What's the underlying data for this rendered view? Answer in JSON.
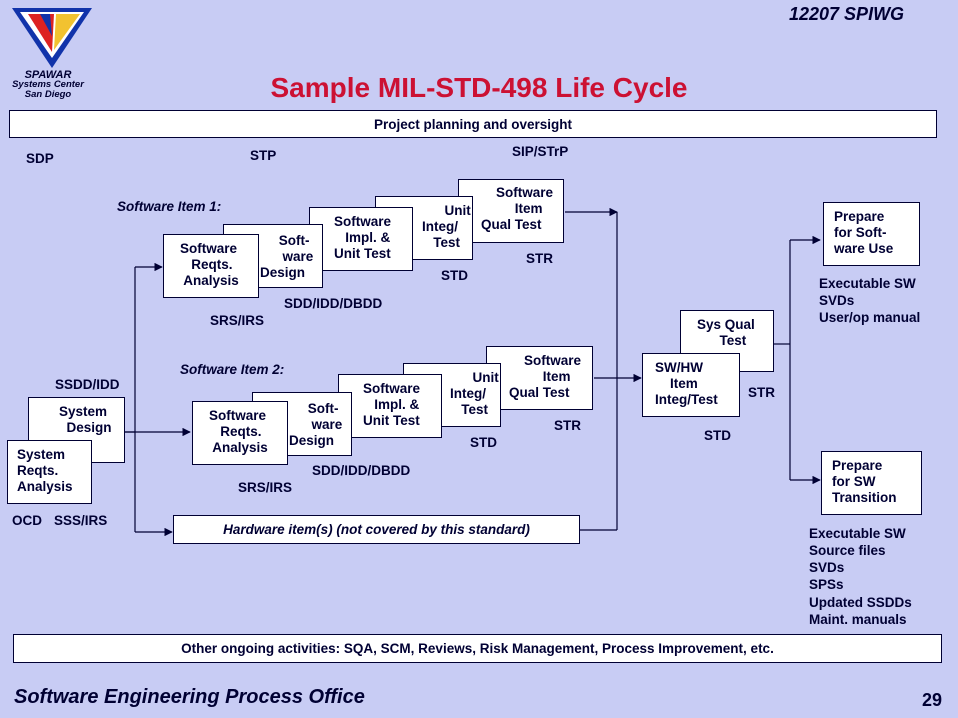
{
  "header": {
    "org_code": "12207 SPIWG",
    "title": "Sample MIL-STD-498 Life Cycle",
    "logo_lines": [
      "SPAWAR",
      "Systems Center",
      "San Diego"
    ]
  },
  "footer": {
    "office": "Software Engineering Process Office",
    "page_number": "29"
  },
  "bars": {
    "planning": "Project planning and oversight",
    "hardware": "Hardware item(s) (not covered by  this standard)",
    "ongoing": "Other ongoing activities:  SQA,  SCM, Reviews, Risk Management, Process Improvement, etc."
  },
  "top_labels": {
    "sdp": "SDP",
    "stp": "STP",
    "sip": "SIP/STrP"
  },
  "item1": {
    "label": "Software Item 1:",
    "reqts": "Software\n   Reqts.\n Analysis",
    "design": "     Soft-\n      ware\nDesign",
    "impl": "Software\n   Impl. &\nUnit Test",
    "integ": "      Unit\nInteg/\n   Test",
    "qual": "    Software\n         Item\nQual Test",
    "srs": "SRS/IRS",
    "sdd": "SDD/IDD/DBDD",
    "std": "STD",
    "str": "STR"
  },
  "item2": {
    "label": "Software Item 2:",
    "reqts": "Software\n   Reqts.\n Analysis",
    "design": "     Soft-\n      ware\nDesign",
    "impl": "Software\n   Impl. &\nUnit Test",
    "integ": "      Unit\nInteg/\n   Test",
    "qual": "    Software\n         Item\nQual Test",
    "srs": "SRS/IRS",
    "sdd": "SDD/IDD/DBDD",
    "std": "STD",
    "str": "STR"
  },
  "system": {
    "reqts": "System\nReqts.\nAnalysis",
    "design": "System\n  Design",
    "ssdd": "SSDD/IDD",
    "ocd": "OCD",
    "sss": "SSS/IRS"
  },
  "integration": {
    "swhw": "SW/HW\n    Item\nInteg/Test",
    "sysqual": "Sys Qual\n      Test",
    "std": "STD",
    "str": "STR"
  },
  "use": {
    "box": "Prepare\nfor Soft-\nware Use",
    "products": [
      "Executable SW",
      "SVDs",
      "User/op manual"
    ]
  },
  "transition": {
    "box": "Prepare\nfor SW\nTransition",
    "products": [
      "Executable SW",
      "Source files",
      "SVDs",
      "SPSs",
      "Updated SSDDs",
      "Maint. manuals"
    ]
  }
}
